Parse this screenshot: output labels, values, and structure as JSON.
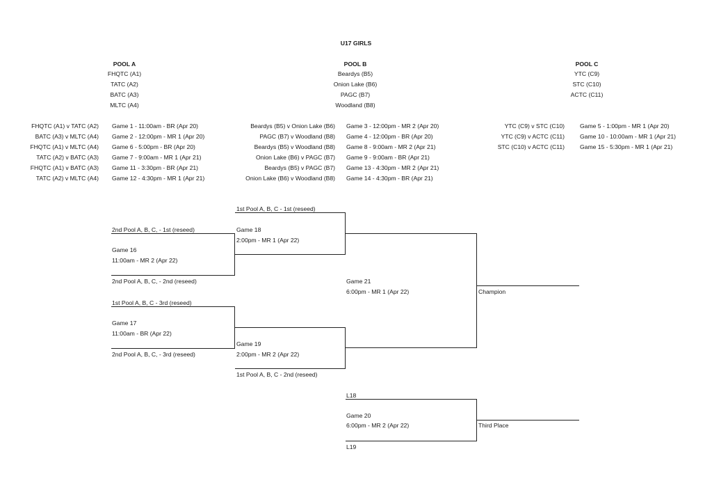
{
  "title": "U17 GIRLS",
  "pools": [
    {
      "name": "POOL A",
      "teams": [
        "FHQTC (A1)",
        "TATC (A2)",
        "BATC (A3)",
        "MLTC (A4)"
      ]
    },
    {
      "name": "POOL B",
      "teams": [
        "Beardys (B5)",
        "Onion Lake (B6)",
        "PAGC (B7)",
        "Woodland (B8)"
      ]
    },
    {
      "name": "POOL C",
      "teams": [
        "YTC (C9)",
        "STC (C10)",
        "ACTC (C11)"
      ]
    }
  ],
  "schedule": {
    "a": [
      {
        "match": "FHQTC (A1) v TATC (A2)",
        "game": "Game 1 - 11:00am - BR (Apr 20)"
      },
      {
        "match": "BATC (A3) v MLTC (A4)",
        "game": "Game 2 - 12:00pm - MR 1 (Apr 20)"
      },
      {
        "match": "FHQTC (A1) v MLTC (A4)",
        "game": "Game 6 - 5:00pm - BR (Apr 20)"
      },
      {
        "match": "TATC (A2) v BATC (A3)",
        "game": "Game 7 - 9:00am - MR 1 (Apr 21)"
      },
      {
        "match": "FHQTC (A1) v BATC (A3)",
        "game": "Game 11 - 3:30pm - BR (Apr 21)"
      },
      {
        "match": "TATC (A2) v MLTC (A4)",
        "game": "Game 12 - 4:30pm - MR 1 (Apr 21)"
      }
    ],
    "b": [
      {
        "match": "Beardys (B5) v Onion Lake (B6)",
        "game": "Game 3 - 12:00pm - MR 2 (Apr 20)"
      },
      {
        "match": "PAGC (B7) v Woodland (B8)",
        "game": "Game 4 - 12:00pm - BR (Apr 20)"
      },
      {
        "match": "Beardys (B5) v Woodland (B8)",
        "game": "Game 8 - 9:00am - MR 2 (Apr 21)"
      },
      {
        "match": "Onion Lake (B6) v PAGC (B7)",
        "game": "Game 9 - 9:00am - BR (Apr 21)"
      },
      {
        "match": "Beardys (B5) v PAGC (B7)",
        "game": "Game 13 - 4:30pm - MR 2 (Apr 21)"
      },
      {
        "match": "Onion Lake (B6) v Woodland (B8)",
        "game": "Game 14 - 4:30pm - BR (Apr 21)"
      }
    ],
    "c": [
      {
        "match": "YTC (C9) v STC (C10)",
        "game": "Game 5 - 1:00pm - MR 1 (Apr 20)"
      },
      {
        "match": "YTC (C9) v ACTC (C11)",
        "game": "Game 10 - 10:00am - MR 1 (Apr 21)"
      },
      {
        "match": "STC (C10) v ACTC (C11)",
        "game": "Game 15 - 5:30pm - MR 1 (Apr 21)"
      }
    ]
  },
  "bracket": {
    "g18_seed_top": "1st Pool A, B, C - 1st (reseed)",
    "g16_seed_top": "2nd Pool A, B, C, - 1st (reseed)",
    "g16_seed_bottom": "2nd Pool A, B, C, - 2nd (reseed)",
    "g17_seed_top": "1st Pool A, B, C - 3rd (reseed)",
    "g17_seed_bottom": "2nd Pool A, B, C, - 3rd (reseed)",
    "g19_seed_bottom": "1st Pool A, B, C - 2nd (reseed)",
    "g16": {
      "game": "Game 16",
      "time": "11:00am - MR 2 (Apr 22)"
    },
    "g17": {
      "game": "Game 17",
      "time": "11:00am - BR (Apr 22)"
    },
    "g18": {
      "game": "Game 18",
      "time": "2:00pm - MR 1 (Apr 22)"
    },
    "g19": {
      "game": "Game 19",
      "time": "2:00pm - MR 2 (Apr 22)"
    },
    "g21": {
      "game": "Game 21",
      "time": "6:00pm - MR 1 (Apr 22)"
    },
    "g20": {
      "game": "Game 20",
      "time": "6:00pm - MR 2 (Apr 22)"
    },
    "g20_top": "L18",
    "g20_bottom": "L19",
    "champion": "Champion",
    "third_place": "Third Place"
  }
}
